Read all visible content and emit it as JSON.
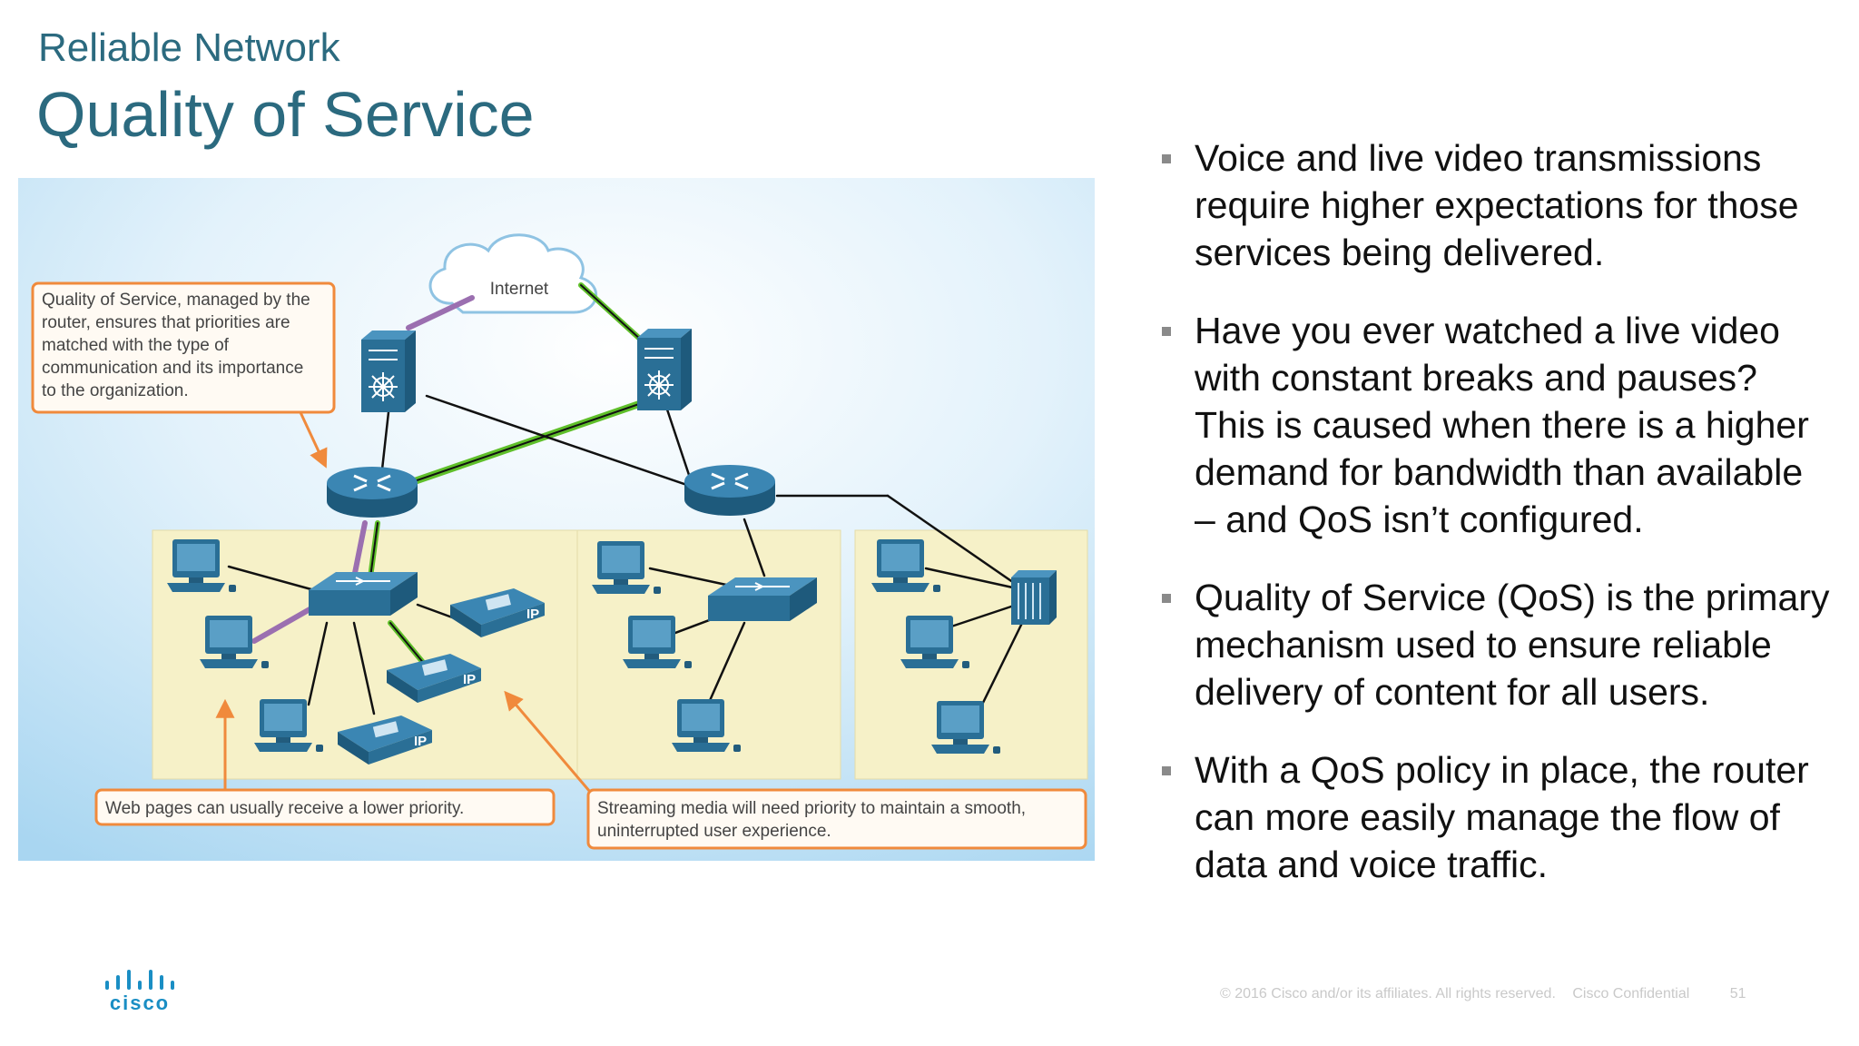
{
  "header": {
    "subtitle": "Reliable Network",
    "title": "Quality of Service"
  },
  "diagram": {
    "cloud_label": "Internet",
    "ip_label": "IP",
    "callouts": {
      "qos": [
        "Quality of Service, managed by the",
        "router, ensures that priorities are",
        "matched with the type of",
        "communication and its importance",
        "to the organization."
      ],
      "web": [
        "Web pages can usually receive a lower priority."
      ],
      "streaming": [
        "Streaming media will need priority to maintain a smooth,",
        "uninterrupted user experience."
      ]
    },
    "colors": {
      "priority_link": "#5fbf2a",
      "low_priority_link": "#9b6fb0",
      "callout_border": "#f08a3c",
      "zone_fill": "#f6f1c8",
      "device": "#2a6f96"
    }
  },
  "bullets": [
    "Voice and live video transmissions require higher expectations for those services being delivered.",
    "Have you ever watched a live video with constant breaks and pauses? This is caused when there is a higher demand for bandwidth than available – and QoS isn’t configured.",
    "Quality of Service (QoS) is the primary mechanism used to ensure reliable delivery of content for all users.",
    "With a QoS policy in place, the router can more easily manage the flow of data and voice traffic."
  ],
  "footer": {
    "logo_text": "cisco",
    "copyright": "© 2016  Cisco and/or its affiliates. All rights reserved.",
    "confidential": "Cisco Confidential",
    "page_number": "51"
  }
}
